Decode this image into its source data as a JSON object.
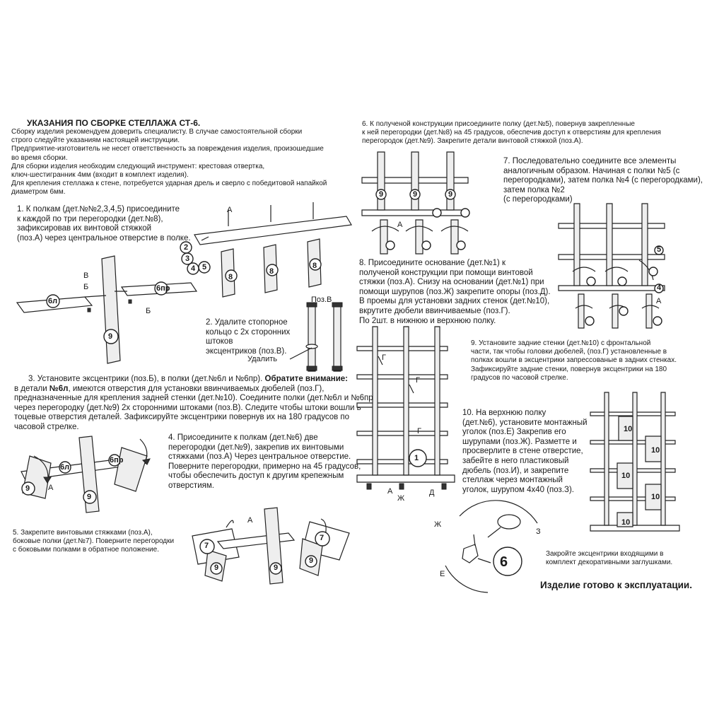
{
  "header": {
    "title": "УКАЗАНИЯ ПО СБОРКЕ СТЕЛЛАЖА СТ-6.",
    "intro": "   Сборку изделия рекомендуем доверить специалисту. В случае самостоятельной сборки\nстрого следуйте указаниям настоящей инструкции.\n   Предприятие-изготовитель не несет ответственность за повреждения изделия, произошедшие\nво время сборки.\n   Для сборки изделия необходим следующий инструмент: крестовая отвертка,\nключ-шестигранник 4мм (входит в комплект изделия).\n   Для крепления стеллажа к стене, потребуется ударная дрель и сверло с победитовой напайкой\nдиаметром 6мм."
  },
  "steps": {
    "s1": "1. К полкам (дет.№№2,3,4,5) присоедините\nк каждой по три перегородки (дет.№8),\nзафиксировав их винтовой стяжкой\n(поз.А) через центральное отверстие в полке.",
    "s2": "2. Удалите стопорное\nкольцо с 2х сторонних штоков\nэксцентриков (поз.В).",
    "s3a": "3. Установите эксцентрики (поз.Б), в полки (дет.№6л и №6пр).",
    "s3_attention": "Обратите внимание:",
    "s3b_pre": "в детали ",
    "s3b_part": "№6л",
    "s3b_post": ", имеются отверстия для установки ввинчиваемых дюбелей (поз.Г),",
    "s3c": "предназначенные для крепления задней стенки (дет.№10). Соедините полки (дет.№6л и №6пр)\nчерез перегородку (дет.№9) 2х сторонними штоками (поз.В). Следите чтобы штоки вошли в\nтоцевые отверстия деталей. Зафиксируйте эксцентрики повернув их на 180 градусов по\nчасовой стрелке.",
    "s4": "4. Присоедините к полкам (дет.№6) две\nперегородки (дет.№9), закрепив их винтовыми\nстяжками (поз.А) Через центральное отверстие.\nПоверните перегородки, примерно на 45 градусов,\nчтобы обеспечить доступ к другим крепежным\nотверстиям.",
    "s5": "5. Закрепите винтовыми стяжками (поз.А),\nбоковые полки (дет.№7). Поверните перегородки\nс боковыми полками в обратное положение.",
    "s6": "6. К полученой конструкции присоедините полку (дет.№5), повернув закрепленные\nк ней перегородки (дет.№8) на 45 градусов, обеспечив доступ к отверстиям для крепления\nперегородок (дет.№9). Закрепите детали винтовой стяжкой (поз.А).",
    "s7": "7. Последовательно соедините все элементы\nаналогичным образом. Начиная с полки №5 (с\nперегородками), затем полка №4 (с перегородками), затем полка №2\n(с перегородками)",
    "s8": "8. Присоедините основание (дет.№1) к\nполученой конструкции при помощи винтовой\nстяжки (поз.А). Снизу на основании (дет.№1) при\nпомощи шурупов (поз.Ж) закрепите опоры (поз.Д).\nВ проемы для установки задних стенок (дет.№10),\nвкрутите дюбели ввинчиваемые (поз.Г).\nПо 2шт. в нижнюю и верхнюю полку.",
    "s9": "9. Установите задние стенки (дет.№10) с фронтальной\nчасти, так чтобы головки дюбелей, (поз.Г) установленные в\nполках вошли в эксцентрики запрессованые в задних стенках.\nЗафиксируйте задние стенки, повернув эксцентрики на 180\nградусов по часовой стрелке.",
    "s10": "10. На верхнюю полку\n(дет.№6), установите монтажный\nуголок (поз.Е) Закрепив его\nшурупами (поз.Ж). Разметте и\nпросверлите в стене отверстие,\nзабейте в него пластиковый\nдюбель (поз.И), и закрепите\nстеллаж через монтажный\nуголок, шурупом 4х40 (поз.З).",
    "s11": "Закройте эксцентрики входящими в\nкомплект декоративными заглушками.",
    "final": "Изделие готово к эксплуатации."
  },
  "labels": {
    "A": "А",
    "B": "Б",
    "V": "В",
    "G": "Г",
    "D": "Д",
    "E": "Е",
    "Zh": "Ж",
    "Z": "З",
    "posV": "Поз.В",
    "remove": "Удалить"
  },
  "parts": {
    "p1": "1",
    "p2": "2",
    "p3": "3",
    "p4": "4",
    "p5": "5",
    "p6": "6",
    "p6l": "6л",
    "p6pr": "6пр",
    "p7": "7",
    "p8": "8",
    "p9": "9",
    "p10": "10"
  },
  "colors": {
    "ink": "#1a1a1a",
    "paper": "#ffffff",
    "panel_fill": "#eeeeee"
  }
}
